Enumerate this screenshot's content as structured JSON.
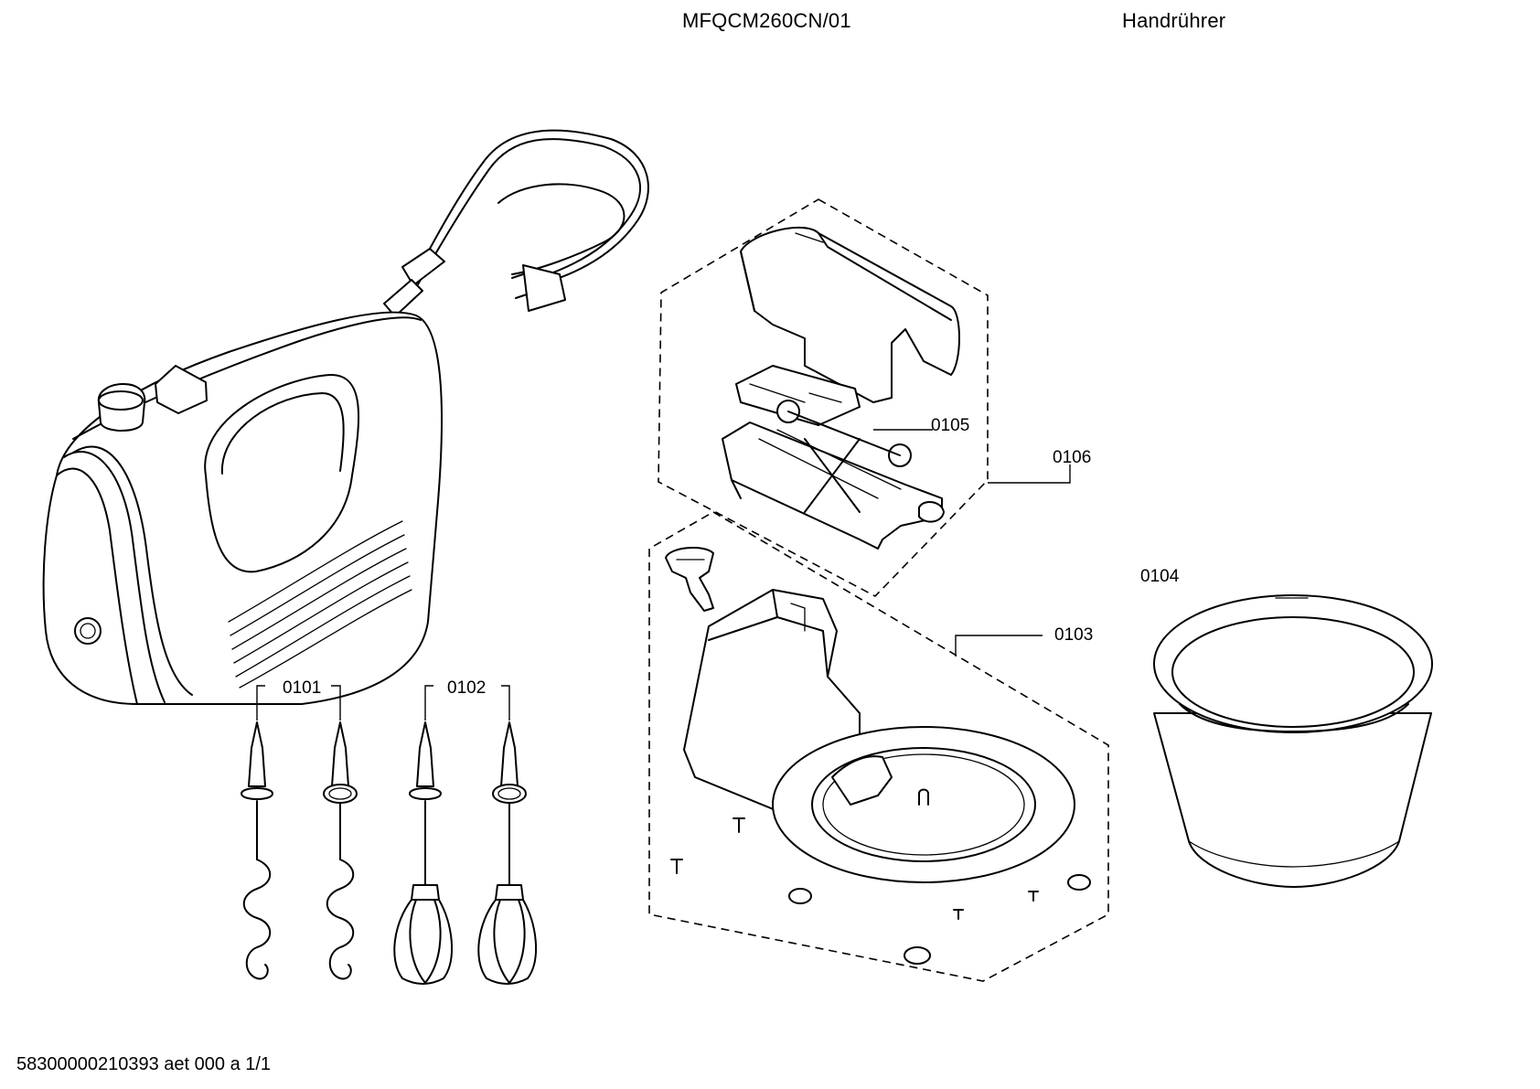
{
  "header": {
    "model": "MFQCM260CN/01",
    "title": "Handrührer"
  },
  "footer": {
    "doc_ref": "58300000210393 aet 000 a 1/1"
  },
  "parts": [
    {
      "id": "p0101",
      "label": "0101",
      "depicts": "dough hooks"
    },
    {
      "id": "p0102",
      "label": "0102",
      "depicts": "whisks"
    },
    {
      "id": "p0103",
      "label": "0103",
      "depicts": "stand base"
    },
    {
      "id": "p0104",
      "label": "0104",
      "depicts": "mixing bowl"
    },
    {
      "id": "p0105",
      "label": "0105",
      "depicts": "stand arm mechanism"
    },
    {
      "id": "p0106",
      "label": "0106",
      "depicts": "stand arm assembly"
    }
  ],
  "colors": {
    "line": "#000000",
    "background": "#ffffff"
  }
}
